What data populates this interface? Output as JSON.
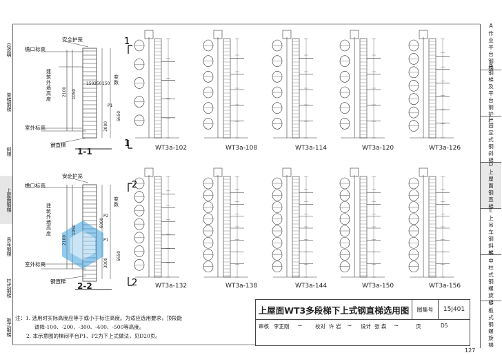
{
  "title": "上屋面WT3多段梯下上式钢直梯选用图",
  "atlas_label": "图集号",
  "atlas_no": "15J401",
  "page_label": "页",
  "page_no": "D5",
  "sheet_number": "127",
  "review_row": {
    "review": "审核",
    "review_name": "李正刚",
    "check": "校对",
    "check_name": "许 岩",
    "design": "设计",
    "design_name": "张 森"
  },
  "notes": [
    "注：1. 选用时实际高度应等于或小于标注高度。为适应选用要求，顶段能",
    "调降-100、-200、-300、-400、-500等高度。",
    "2. 本示意图的梯间平台P1、P2为下上式做法，见D20页。"
  ],
  "section1": {
    "label": "1-1",
    "cut_mark": "1",
    "guard_label": "安全护笼",
    "eave_label": "檐口标高",
    "wall_label": "建筑外墙高度",
    "outdoor_label": "室外标高",
    "ladder_label": "钢直梯",
    "var_label": "变数",
    "dims": [
      "150",
      "350",
      "150",
      "1050",
      "2100",
      "5650",
      "3000"
    ]
  },
  "section2": {
    "label": "2-2",
    "cut_mark": "2",
    "guard_label": "安全护笼",
    "eave_label": "檐口标高",
    "wall_label": "建筑外墙高度",
    "outdoor_label": "室外标高",
    "ladder_label": "钢直梯",
    "var_label": "变数",
    "dims": [
      "1050",
      "6000",
      "2100",
      "5650",
      "3000"
    ]
  },
  "row1_models": [
    "WT3a-102",
    "WT3a-108",
    "WT3a-114",
    "WT3a-120",
    "WT3a-126"
  ],
  "row2_models": [
    "WT3a-132",
    "WT3a-138",
    "WT3a-144",
    "WT3a-150",
    "WT3a-156"
  ],
  "platform_labels": [
    "P1",
    "P2"
  ],
  "left_side": [
    {
      "text": "总说明"
    },
    {
      "text": "单梯钢梯"
    },
    {
      "text": "斜梯"
    },
    {
      "text": "上屋面钢梯"
    },
    {
      "text": "吊车钢梯"
    },
    {
      "text": "柱式钢梯"
    },
    {
      "text": "板式钢梯"
    }
  ],
  "right_side": [
    {
      "code": "A",
      "text": "作业平台钢梯"
    },
    {
      "code": "B",
      "text": "钢梯及平台钢护栏"
    },
    {
      "code": "C",
      "text": "固定式钢斜梯"
    },
    {
      "code": "D",
      "text": "上屋面钢直梯"
    },
    {
      "code": "E",
      "text": "上吊车钢斜梯"
    },
    {
      "code": "F",
      "text": "中柱式钢螺旋梯"
    },
    {
      "code": "G",
      "text": "板式钢螺旋梯"
    }
  ]
}
